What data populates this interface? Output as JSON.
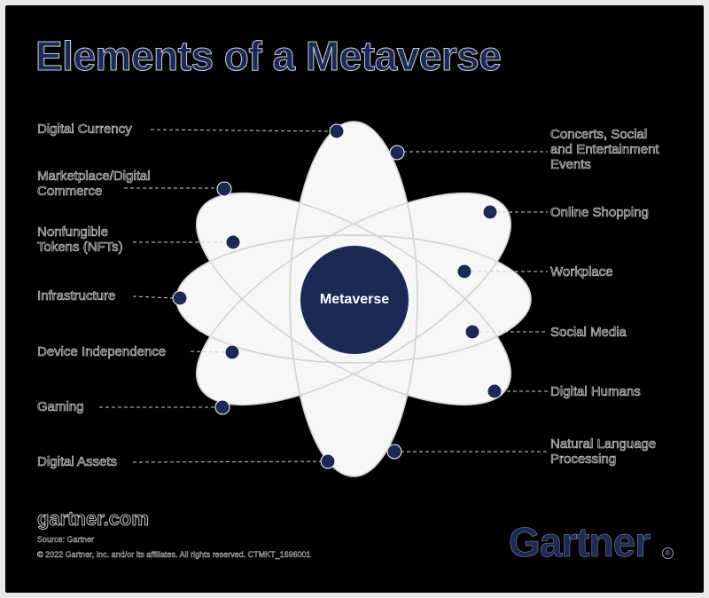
{
  "title": "Elements of a Metaverse",
  "center": {
    "label": "Metaverse",
    "color": "#1b2a55"
  },
  "colors": {
    "navy": "#1b2a55",
    "petal": "#f7f7f7",
    "orbit": "#d2d2d2",
    "background": "#000000",
    "frame": "#e9e9e9"
  },
  "left_items": [
    {
      "label": "Digital Currency"
    },
    {
      "label": "Marketplace/Digital\nCommerce"
    },
    {
      "label": "Nonfungible\nTokens (NFTs)"
    },
    {
      "label": "Infrastructure"
    },
    {
      "label": "Device Independence"
    },
    {
      "label": "Gaming"
    },
    {
      "label": "Digital Assets"
    }
  ],
  "right_items": [
    {
      "label": "Concerts, Social\nand Entertainment\nEvents"
    },
    {
      "label": "Online Shopping"
    },
    {
      "label": "Workplace"
    },
    {
      "label": "Social Media"
    },
    {
      "label": "Digital Humans"
    },
    {
      "label": "Natural Language\nProcessing"
    }
  ],
  "footer": {
    "url": "gartner.com",
    "source": "Source: Gartner",
    "copyright": "© 2022 Gartner, Inc. and/or its affiliates. All rights reserved. CTMKT_1696001",
    "logo": "Gartner",
    "registered": "®"
  }
}
